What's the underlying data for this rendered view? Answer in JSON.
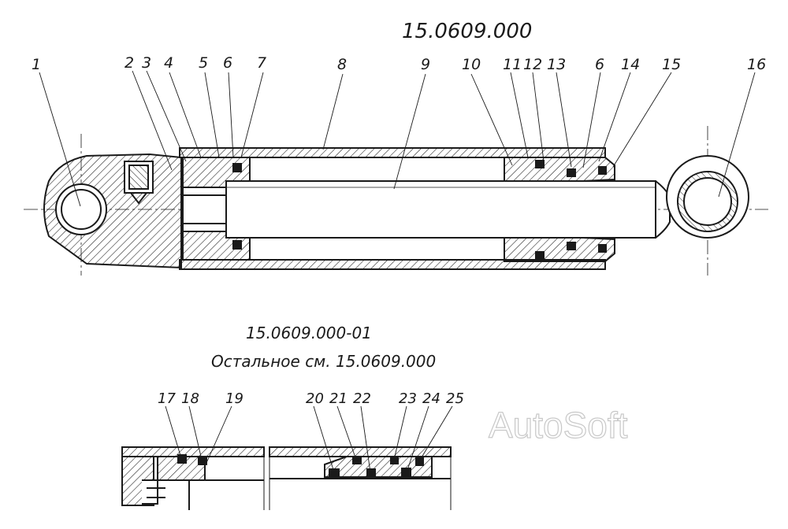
{
  "drawing": {
    "main_code": "15.0609.000",
    "variant_code": "15.0609.000-01",
    "variant_note": "Остальное см. 15.0609.000",
    "watermark": "AutoSoft",
    "top_callouts": [
      "1",
      "2",
      "3",
      "4",
      "5",
      "6",
      "7",
      "8",
      "9",
      "10",
      "11",
      "12",
      "13",
      "6",
      "14",
      "15",
      "16"
    ],
    "bottom_callouts": [
      "17",
      "18",
      "19",
      "20",
      "21",
      "22",
      "23",
      "24",
      "25"
    ]
  },
  "colors": {
    "ink": "#1a1a1a",
    "paper": "#ffffff",
    "watermark": "#d0d0d0"
  }
}
